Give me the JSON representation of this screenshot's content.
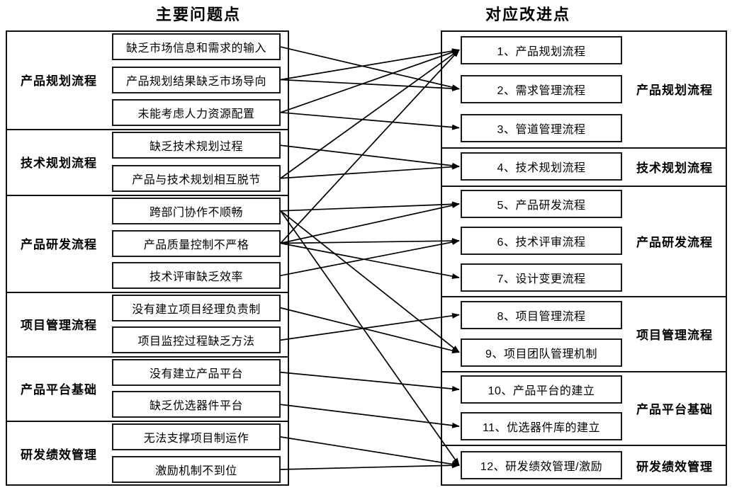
{
  "titles": {
    "left": "主要问题点",
    "right": "对应改进点"
  },
  "colors": {
    "line": "#000000",
    "border": "#1a1a1a",
    "background": "#ffffff",
    "text": "#000000"
  },
  "problems": {
    "categories": [
      {
        "label": "产品规划流程",
        "items": [
          {
            "id": "L1",
            "text": "缺乏市场信息和需求的输入"
          },
          {
            "id": "L2",
            "text": "产品规划结果缺乏市场导向"
          },
          {
            "id": "L3",
            "text": "未能考虑人力资源配置"
          }
        ]
      },
      {
        "label": "技术规划流程",
        "items": [
          {
            "id": "L4",
            "text": "缺乏技术规划过程"
          },
          {
            "id": "L5",
            "text": "产品与技术规划相互脱节"
          }
        ]
      },
      {
        "label": "产品研发流程",
        "items": [
          {
            "id": "L6",
            "text": "跨部门协作不顺畅"
          },
          {
            "id": "L7",
            "text": "产品质量控制不严格"
          },
          {
            "id": "L8",
            "text": "技术评审缺乏效率"
          }
        ]
      },
      {
        "label": "项目管理流程",
        "items": [
          {
            "id": "L9",
            "text": "没有建立项目经理负责制"
          },
          {
            "id": "L10",
            "text": "项目监控过程缺乏方法"
          }
        ]
      },
      {
        "label": "产品平台基础",
        "items": [
          {
            "id": "L11",
            "text": "没有建立产品平台"
          },
          {
            "id": "L12",
            "text": "缺乏优选器件平台"
          }
        ]
      },
      {
        "label": "研发绩效管理",
        "items": [
          {
            "id": "L13",
            "text": "无法支撑项目制运作"
          },
          {
            "id": "L14",
            "text": "激励机制不到位"
          }
        ]
      }
    ]
  },
  "improvements": {
    "categories": [
      {
        "label": "产品规划流程",
        "items": [
          {
            "id": "R1",
            "text": "1、产品规划流程"
          },
          {
            "id": "R2",
            "text": "2、需求管理流程"
          },
          {
            "id": "R3",
            "text": "3、管道管理流程"
          }
        ]
      },
      {
        "label": "技术规划流程",
        "items": [
          {
            "id": "R4",
            "text": "4、技术规划流程"
          }
        ]
      },
      {
        "label": "产品研发流程",
        "items": [
          {
            "id": "R5",
            "text": "5、产品研发流程"
          },
          {
            "id": "R6",
            "text": "6、技术评审流程"
          },
          {
            "id": "R7",
            "text": "7、设计变更流程"
          }
        ]
      },
      {
        "label": "项目管理流程",
        "items": [
          {
            "id": "R8",
            "text": "8、项目管理流程"
          },
          {
            "id": "R9",
            "text": "9、项目团队管理机制"
          }
        ]
      },
      {
        "label": "产品平台基础",
        "items": [
          {
            "id": "R10",
            "text": "10、产品平台的建立"
          },
          {
            "id": "R11",
            "text": "11、优选器件库的建立"
          }
        ]
      },
      {
        "label": "研发绩效管理",
        "items": [
          {
            "id": "R12",
            "text": "12、研发绩效管理/激励"
          }
        ]
      }
    ]
  },
  "arrows": [
    {
      "from": "L1",
      "to": "R2"
    },
    {
      "from": "L2",
      "to": "R1"
    },
    {
      "from": "L2",
      "to": "R2"
    },
    {
      "from": "L3",
      "to": "R1"
    },
    {
      "from": "L3",
      "to": "R3"
    },
    {
      "from": "L4",
      "to": "R4"
    },
    {
      "from": "L5",
      "to": "R1"
    },
    {
      "from": "L5",
      "to": "R4"
    },
    {
      "from": "L6",
      "to": "R5"
    },
    {
      "from": "L6",
      "to": "R9"
    },
    {
      "from": "L6",
      "to": "R12"
    },
    {
      "from": "L7",
      "to": "R1"
    },
    {
      "from": "L7",
      "to": "R5"
    },
    {
      "from": "L7",
      "to": "R6"
    },
    {
      "from": "L7",
      "to": "R7"
    },
    {
      "from": "L8",
      "to": "R6"
    },
    {
      "from": "L9",
      "to": "R9"
    },
    {
      "from": "L10",
      "to": "R8"
    },
    {
      "from": "L11",
      "to": "R10"
    },
    {
      "from": "L12",
      "to": "R11"
    },
    {
      "from": "L13",
      "to": "R12"
    },
    {
      "from": "L14",
      "to": "R12"
    }
  ]
}
